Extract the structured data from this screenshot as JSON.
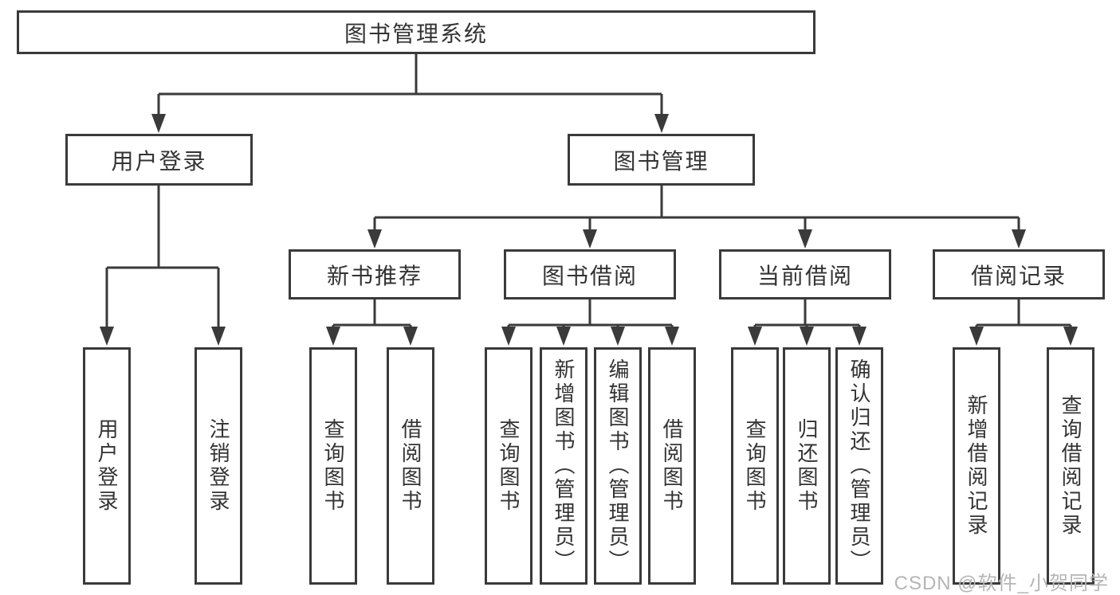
{
  "tree": {
    "label": "图书管理系统",
    "children": [
      {
        "label": "用户登录",
        "children": [
          {
            "label": "用户登录"
          },
          {
            "label": "注销登录"
          }
        ]
      },
      {
        "label": "图书管理",
        "children": [
          {
            "label": "新书推荐",
            "children": [
              {
                "label": "查询图书"
              },
              {
                "label": "借阅图书"
              }
            ]
          },
          {
            "label": "图书借阅",
            "children": [
              {
                "label": "查询图书"
              },
              {
                "label": "新增图书（管理员）"
              },
              {
                "label": "编辑图书（管理员）"
              },
              {
                "label": "借阅图书"
              }
            ]
          },
          {
            "label": "当前借阅",
            "children": [
              {
                "label": "查询图书"
              },
              {
                "label": "归还图书"
              },
              {
                "label": "确认归还（管理员）"
              }
            ]
          },
          {
            "label": "借阅记录",
            "children": [
              {
                "label": "新增借阅记录"
              },
              {
                "label": "查询借阅记录"
              }
            ]
          }
        ]
      }
    ]
  },
  "watermark": {
    "text": "CSDN @软件_小贺同学"
  },
  "colors": {
    "line": "#3a3a3a",
    "text": "#333333",
    "box_background": "#ffffff",
    "page_background": "#ffffff",
    "watermark": "#b5b5b5"
  }
}
